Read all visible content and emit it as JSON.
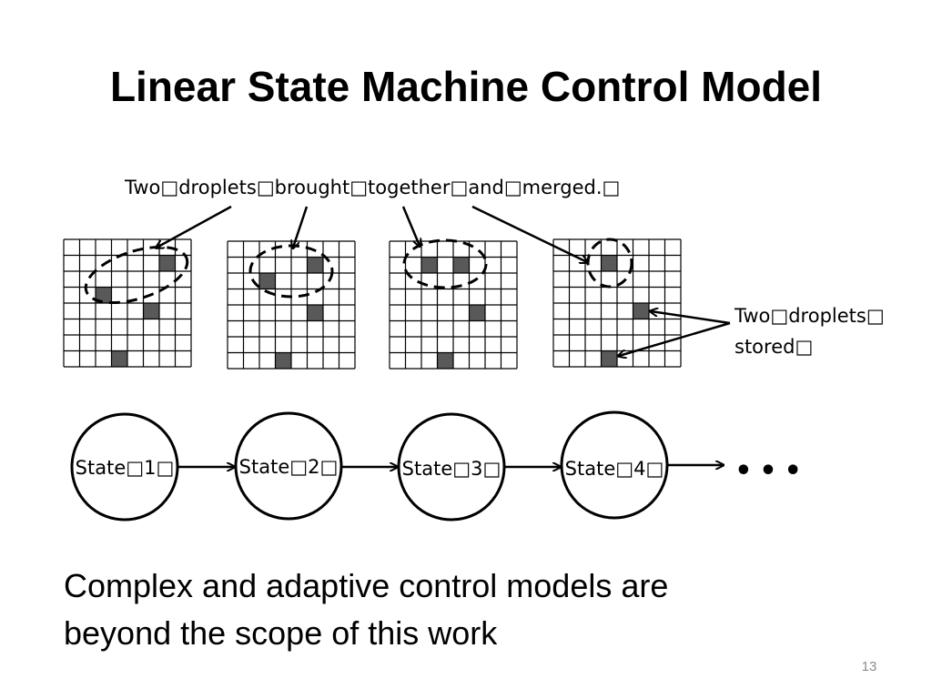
{
  "slide": {
    "title": "Linear State Machine Control Model",
    "page_number": "13"
  },
  "diagram": {
    "top_annotation": "Two□droplets□brought□together□and□merged.□",
    "side_annotation_line1": "Two□droplets□",
    "side_annotation_line2": "stored□",
    "grid_size": 8,
    "grids": [
      {
        "filled_cells": [
          [
            1,
            6
          ],
          [
            3,
            2
          ],
          [
            4,
            5
          ],
          [
            7,
            3
          ]
        ]
      },
      {
        "filled_cells": [
          [
            1,
            5
          ],
          [
            2,
            2
          ],
          [
            4,
            5
          ],
          [
            7,
            3
          ]
        ]
      },
      {
        "filled_cells": [
          [
            1,
            2
          ],
          [
            1,
            4
          ],
          [
            4,
            5
          ],
          [
            7,
            3
          ]
        ]
      },
      {
        "filled_cells": [
          [
            1,
            3
          ],
          [
            4,
            5
          ],
          [
            7,
            3
          ]
        ]
      }
    ],
    "states": [
      {
        "label": "State□1□"
      },
      {
        "label": "State□2□"
      },
      {
        "label": "State□3□"
      },
      {
        "label": "State□4□"
      }
    ],
    "continuation": "•••"
  },
  "caption": {
    "line1": "Complex and adaptive control models are",
    "line2": "beyond the scope of this work"
  },
  "colors": {
    "filled_cell": "#595959",
    "stroke": "#000000"
  }
}
